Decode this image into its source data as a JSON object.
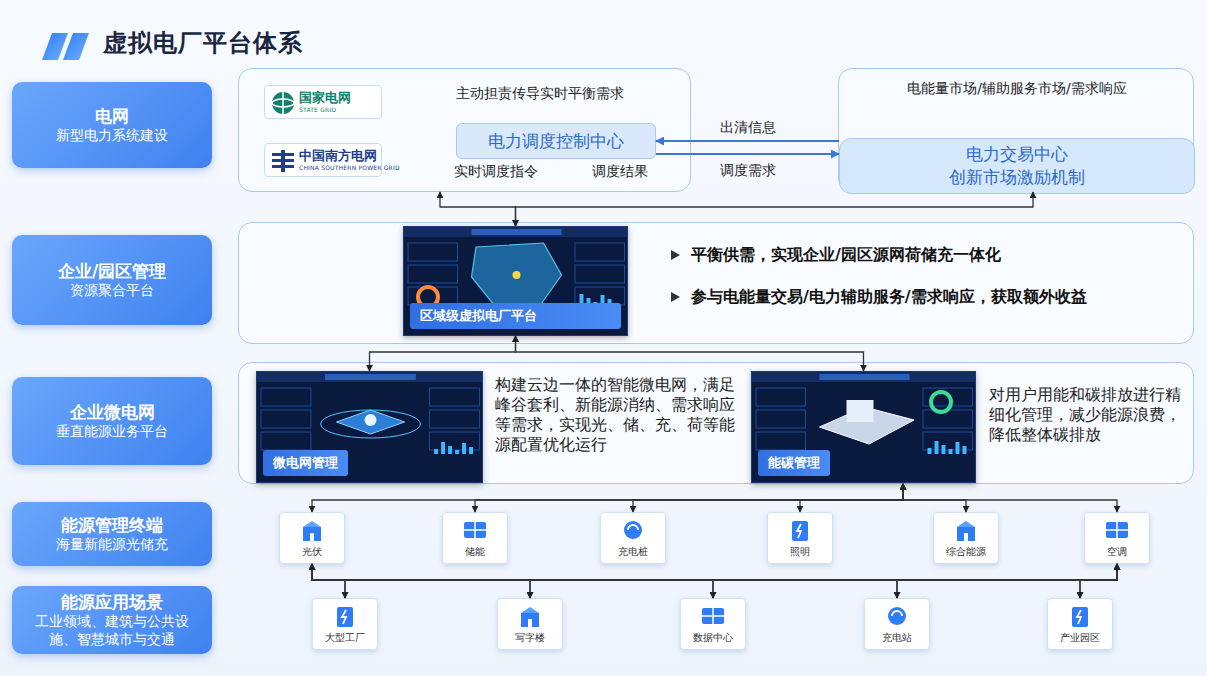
{
  "diagram": {
    "title": "虚拟电厂平台体系",
    "nodes": [
      {
        "text": [
          "电网",
          "新型电力系统建设"
        ]
      },
      {
        "text": [
          "主动担责传导实时平衡需求",
          "实时调度指令",
          "调度结果"
        ]
      },
      {
        "text": [
          "国家电网",
          "STATE GRID"
        ],
        "in": 1
      },
      {
        "text": [
          "中国南方电网",
          "CHINA SOUTHERN POWER GRID"
        ],
        "in": 1
      },
      {
        "text": [
          "电力调度控制中心"
        ],
        "in": 1
      },
      {
        "text": [
          "电能量市场/辅助服务市场/需求响应"
        ]
      },
      {
        "text": [
          "电力交易中心",
          "创新市场激励机制"
        ],
        "in": 5
      },
      {
        "text": [
          "企业/园区管理",
          "资源聚合平台"
        ]
      },
      {
        "text": [
          "平衡供需，实现企业/园区源网荷储充一体化",
          "参与电能量交易/电力辅助服务/需求响应，获取额外收益"
        ]
      },
      {
        "text": [
          "区域级虚拟电厂平台"
        ],
        "in": 8
      },
      {
        "text": [
          "企业微电网",
          "垂直能源业务平台"
        ]
      },
      {
        "text": [
          "构建云边一体的智能微电网，满足峰谷套利、新能源消纳、需求响应等需求，实现光、储、充、荷等能源配置优化运行",
          "对用户用能和碳排放进行精细化管理，减少能源浪费，降低整体碳排放"
        ]
      },
      {
        "text": [
          "微电网管理"
        ],
        "in": 11
      },
      {
        "text": [
          "能碳管理"
        ],
        "in": 11
      },
      {
        "text": [
          "能源管理终端",
          "海量新能源光储充"
        ]
      },
      {
        "text": [
          "光伏"
        ]
      },
      {
        "text": [
          "储能"
        ]
      },
      {
        "text": [
          "充电桩"
        ]
      },
      {
        "text": [
          "照明"
        ]
      },
      {
        "text": [
          "综合能源"
        ]
      },
      {
        "text": [
          "空调"
        ]
      },
      {
        "text": [
          "能源应用场景",
          "工业领域、建筑与公共设施、智慧城市与交通"
        ]
      },
      {
        "text": [
          "大型工厂"
        ]
      },
      {
        "text": [
          "写字楼"
        ]
      },
      {
        "text": [
          "数据中心"
        ]
      },
      {
        "text": [
          "充电站"
        ]
      },
      {
        "text": [
          "产业园区"
        ]
      }
    ],
    "edges": [
      {
        "from": 6,
        "to": 4,
        "label": "出清信息",
        "arrow": "to"
      },
      {
        "from": 4,
        "to": 6,
        "label": "调度需求",
        "arrow": "to"
      },
      {
        "from": 1,
        "to": 9,
        "arrow": "both"
      },
      {
        "from": 5,
        "to": 9,
        "arrow": "both"
      },
      {
        "from": 9,
        "to": 12,
        "arrow": "both"
      },
      {
        "from": 9,
        "to": 13,
        "arrow": "both"
      },
      {
        "from": 11,
        "to": 15,
        "arrow": "both"
      },
      {
        "from": 11,
        "to": 16,
        "arrow": "both"
      },
      {
        "from": 11,
        "to": 17,
        "arrow": "both"
      },
      {
        "from": 11,
        "to": 18,
        "arrow": "both"
      },
      {
        "from": 11,
        "to": 19,
        "arrow": "both"
      },
      {
        "from": 11,
        "to": 20,
        "arrow": "both"
      },
      {
        "from": 15,
        "to": 22,
        "arrow": "both"
      },
      {
        "from": 15,
        "to": 23,
        "arrow": "both"
      },
      {
        "from": 15,
        "to": 24,
        "arrow": "both"
      },
      {
        "from": 15,
        "to": 25,
        "arrow": "both"
      },
      {
        "from": 15,
        "to": 26,
        "arrow": "both"
      },
      {
        "from": 20,
        "to": 22,
        "arrow": "both"
      },
      {
        "from": 20,
        "to": 23,
        "arrow": "both"
      },
      {
        "from": 20,
        "to": 24,
        "arrow": "both"
      },
      {
        "from": 20,
        "to": 25,
        "arrow": "both"
      },
      {
        "from": 20,
        "to": 26,
        "arrow": "both"
      }
    ]
  }
}
